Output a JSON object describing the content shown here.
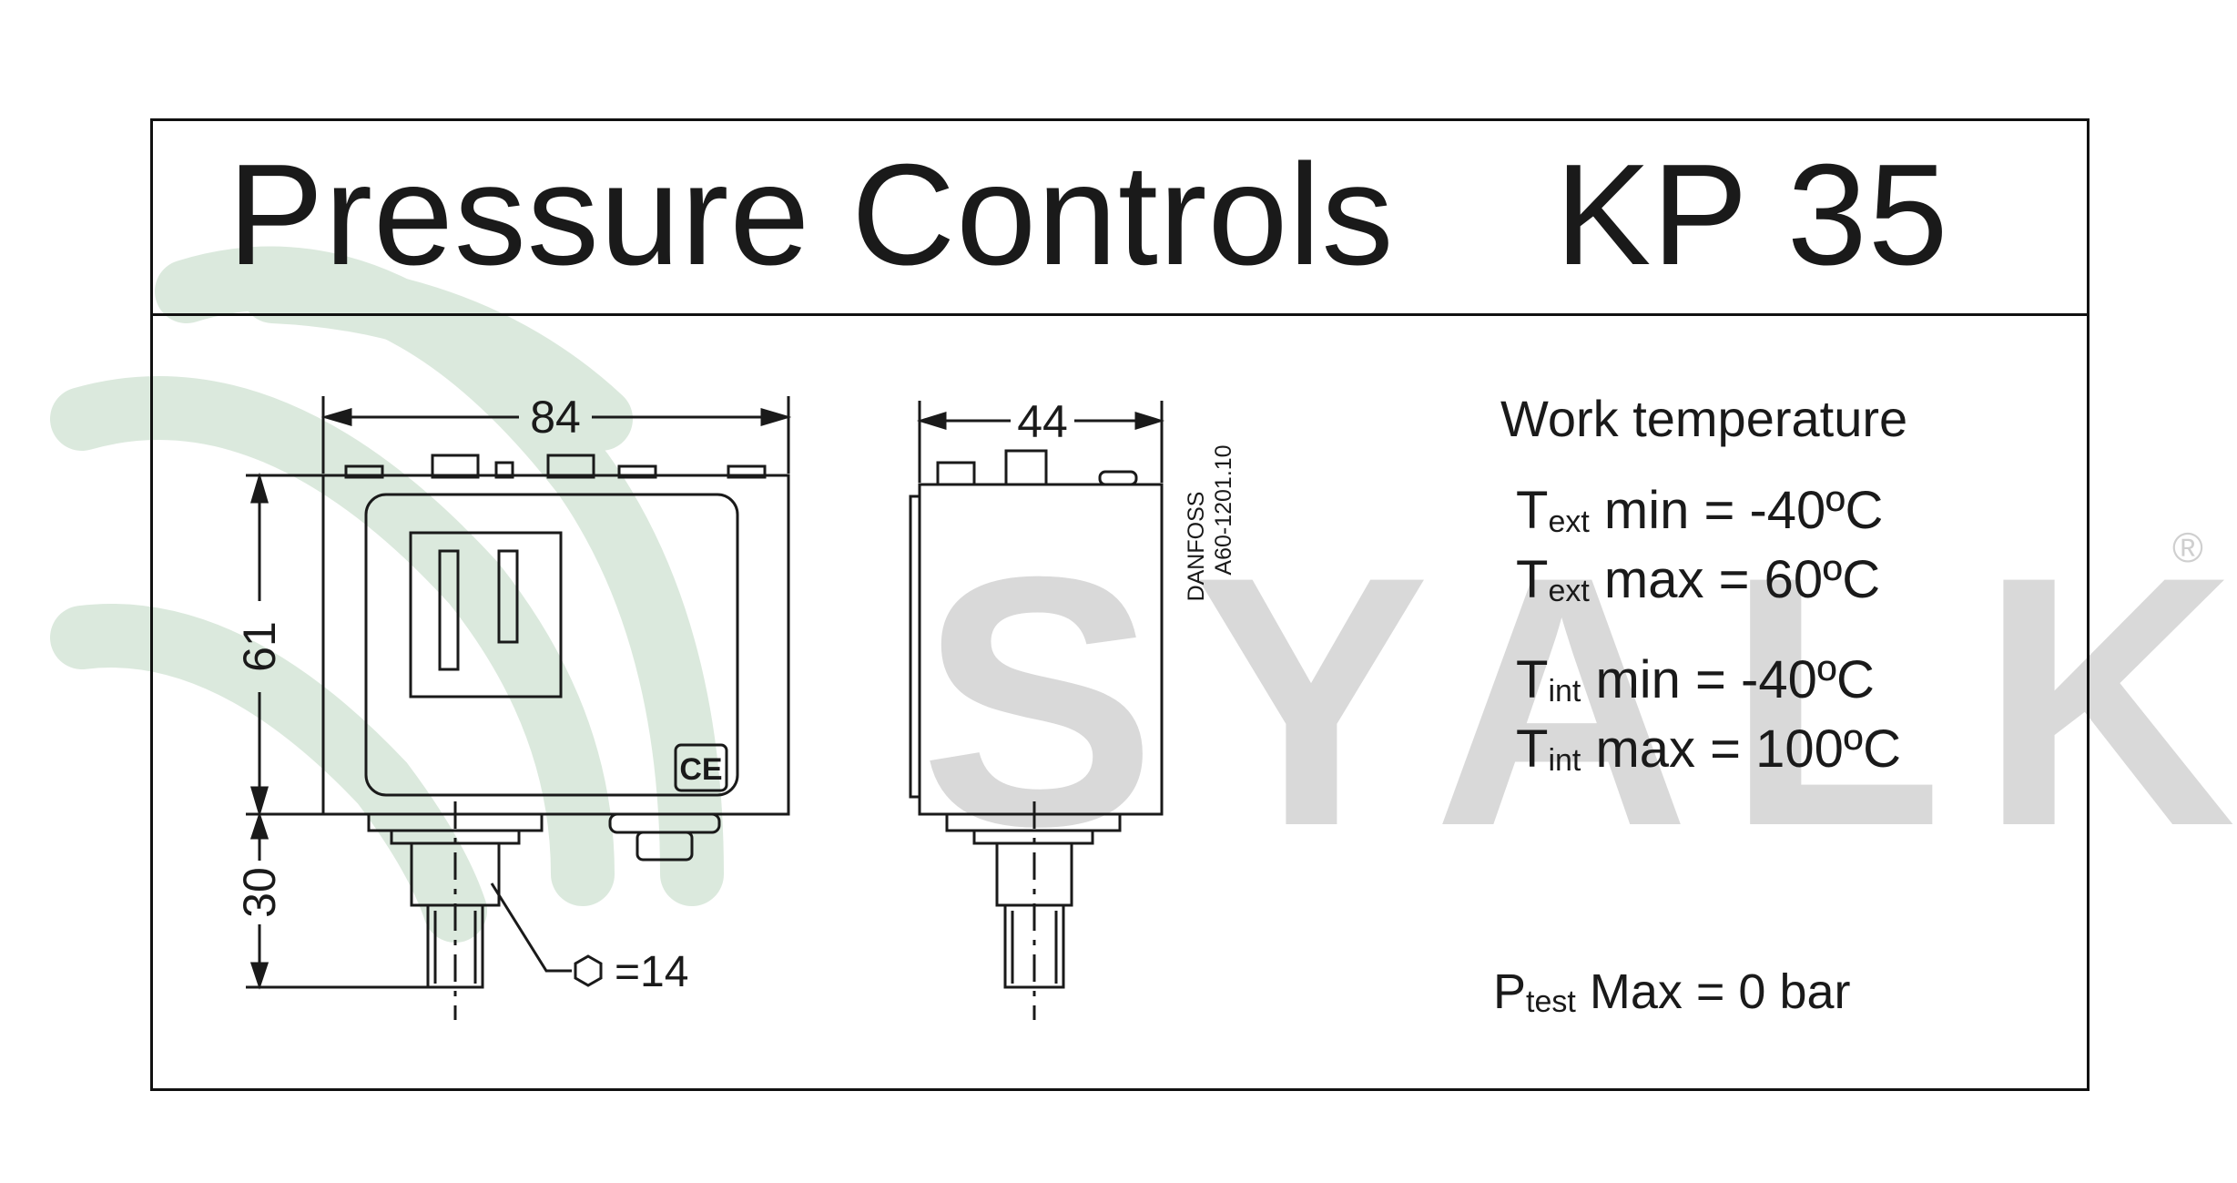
{
  "title": {
    "product": "Pressure Controls",
    "model": "KP 35"
  },
  "watermark": {
    "brand": "SYALK",
    "registered": "®",
    "brand_color": "#d9d9d9",
    "logo_color": "#dbe9dd"
  },
  "front_view": {
    "width": "84",
    "body_height": "61",
    "connector_height": "30",
    "hex_label": "⬡=14",
    "ce_mark": "CE"
  },
  "side_view": {
    "width": "44",
    "maker": "DANFOSS",
    "drawing_code": "A60-1201.10"
  },
  "specs": {
    "heading": "Work temperature",
    "t_ext_min": {
      "symbol": "T",
      "sub": "ext",
      "text": " min = -40ºC"
    },
    "t_ext_max": {
      "symbol": "T",
      "sub": "ext",
      "text": " max = 60ºC"
    },
    "t_int_min": {
      "symbol": "T",
      "sub": "int",
      "text": " min = -40ºC"
    },
    "t_int_max": {
      "symbol": "T",
      "sub": "int",
      "text": " max = 100ºC"
    },
    "p_test": {
      "symbol": "P",
      "sub": "test",
      "text": " Max = 0 bar"
    }
  }
}
